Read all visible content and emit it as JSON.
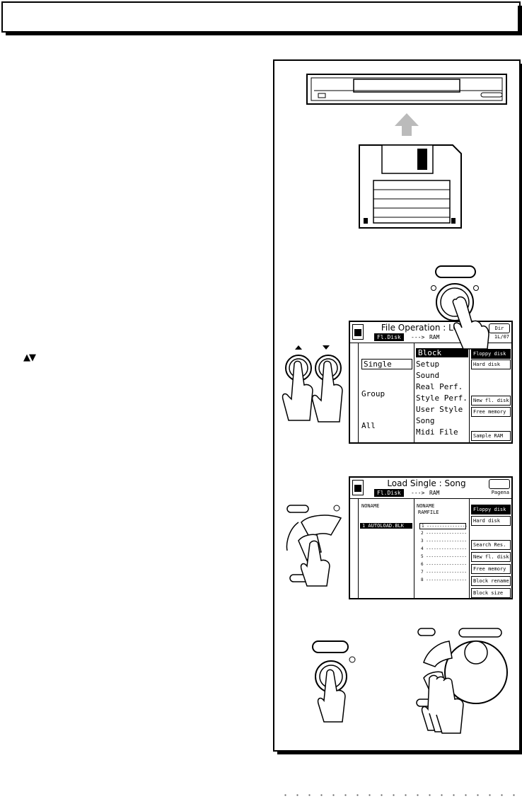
{
  "screen1": {
    "title": "File Operation : LOAD",
    "source": "Fl.Disk",
    "arrow": "--->",
    "destination": "RAM",
    "corner": "Dir",
    "corner_sub": "1L/07",
    "groups": [
      "Single",
      "Group",
      "All"
    ],
    "items": [
      "Block",
      "Setup",
      "Sound",
      "Real Perf.",
      "Style Perf.",
      "User Style",
      "Song",
      "Midi File"
    ],
    "side_buttons": [
      "Floppy disk",
      "Hard disk",
      "New fl. disk",
      "Free memory",
      "Sample RAM"
    ]
  },
  "screen2": {
    "title": "Load  Single : Song",
    "source": "Fl.Disk",
    "arrow": "--->",
    "destination": "RAM",
    "corner_sub": "Pagena",
    "left_header": "NONAME",
    "right_header_1": "NONAME",
    "right_header_2": "RAMFILE",
    "selected_file": "1  AUTOLOAD.BLK",
    "slots": [
      "1",
      "2",
      "3",
      "4",
      "5",
      "6",
      "7",
      "8"
    ],
    "side_buttons": [
      "Floppy disk",
      "Hard disk",
      "Search Res.",
      "New fl. disk",
      "Free memory",
      "Block rename",
      "Block size"
    ]
  },
  "glyphs": {
    "up_down": "▲▼"
  }
}
